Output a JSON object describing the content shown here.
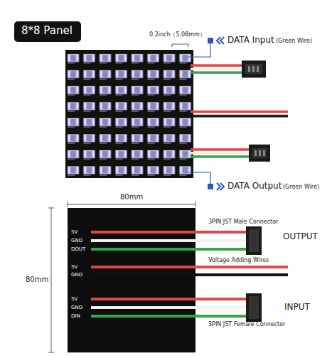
{
  "diagram": {
    "nodes": [
      {
        "text": [
          "8*8 Panel"
        ]
      }
    ],
    "labels": [
      "0.2inch（5.08mm）",
      "DATA Input",
      "(Green Wire)",
      "DATA Output",
      "(Green Wire)",
      "80mm",
      "80mm",
      "5V",
      "GND",
      "DOUT",
      "5V",
      "GND",
      "5V",
      "GND",
      "DIN",
      "3PIN JST Male Connector",
      "OUTPUT",
      "Voltage Adding Wires",
      "INPUT",
      "3PIN JST Female Connector"
    ]
  }
}
